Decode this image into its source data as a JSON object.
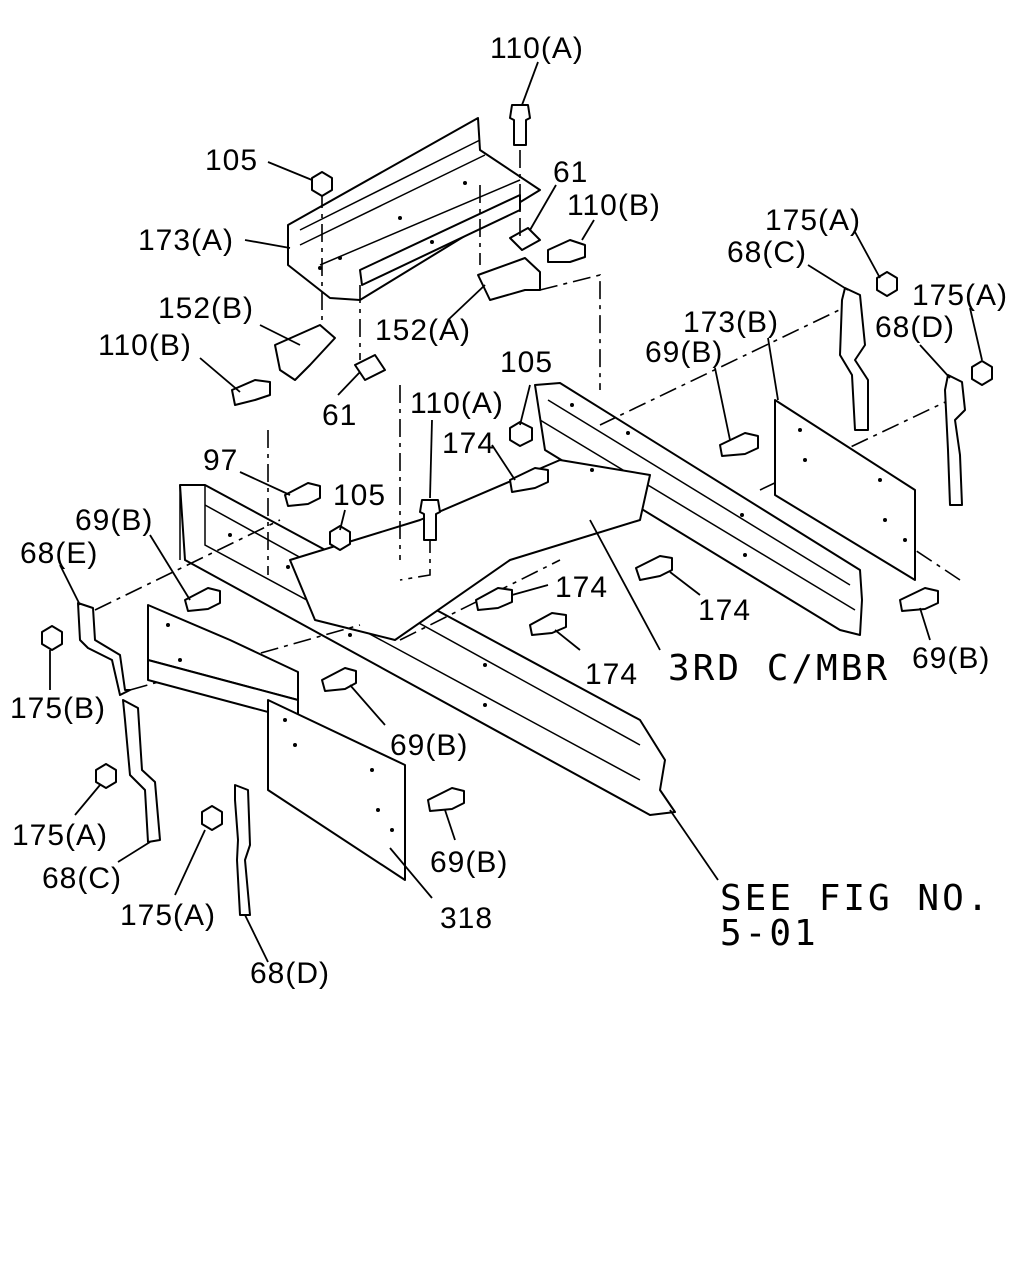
{
  "diagram": {
    "labels": {
      "l110a_top": "110(A)",
      "l105_top": "105",
      "l61_top": "61",
      "l110b_right": "110(B)",
      "l173a": "173(A)",
      "l152b": "152(B)",
      "l110b_left": "110(B)",
      "l152a": "152(A)",
      "l61_mid": "61",
      "l105_mid": "105",
      "l110a_mid": "110(A)",
      "l174_a": "174",
      "l97": "97",
      "l105_low": "105",
      "l69b_a": "69(B)",
      "l68e": "68(E)",
      "l175b": "175(B)",
      "l175a_r1": "175(A)",
      "l68c_r": "68(C)",
      "l173b": "173(B)",
      "l69b_r": "69(B)",
      "l175a_r2": "175(A)",
      "l68d_r": "68(D)",
      "l174_b": "174",
      "l174_c": "174",
      "l174_d": "174",
      "l3rd": "3RD C/MBR",
      "l69b_rr": "69(B)",
      "l69b_m": "69(B)",
      "l69b_low": "69(B)",
      "l175a_l": "175(A)",
      "l68c_l": "68(C)",
      "l175a_b": "175(A)",
      "l318": "318",
      "l68d_b": "68(D)",
      "see_fig_1": "SEE FIG NO.",
      "see_fig_2": "5-01"
    },
    "line_color": "#000000",
    "background": "#ffffff"
  }
}
